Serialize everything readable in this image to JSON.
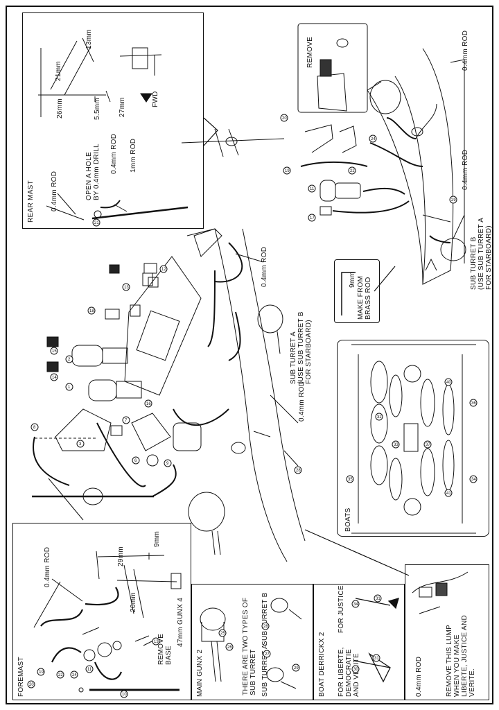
{
  "foremast": {
    "title": "FOREMAST",
    "rod_label": "0.4mm ROD",
    "dim_29": "29mm",
    "dim_9": "9mm",
    "dim_20": "20mm",
    "remove_base": "REMOVE\nBASE",
    "gun_label": "47mm GUNX 4"
  },
  "main_gun": {
    "title": "MAIN GUNX 2",
    "note": "THERE ARE TWO TYPES OF\nSUB TURRET",
    "turret_a": "SUB TURRET A",
    "turret_b": "SUB TURRET B"
  },
  "boat_derrick": {
    "title": "BOAT DERRICKX 2",
    "for_justice": "FOR JUSTICE",
    "for_others": "FOR LIBERTE,\nDEMOCRATIE\nAND VERITE"
  },
  "lump_note": {
    "rod": "0.4mm ROD",
    "text": "REMOVE THIS LUMP\nWHEN YOU MAKE\nLIBERTE, JUSTICE AND\nVERITE."
  },
  "boats": {
    "title": "BOATS"
  },
  "rear_mast": {
    "title": "REAR MAST",
    "rod_top": "0.4mm ROD",
    "hole": "OPEN A HOLE\nBY 0.4mm DRILL",
    "rod_mid": "0.4mm ROD",
    "rod_1mm": "1mm ROD",
    "dim_21": "21mm",
    "dim_13": "13mm",
    "dim_26": "26mm",
    "dim_55": "5.5mm",
    "dim_27": "27mm",
    "fwd": "FWD"
  },
  "center": {
    "rod_1": "0.4mm ROD",
    "rod_2": "0.4mm ROD",
    "sub_turret_a": "SUB TURRET A\n(USE SUB TURRET B\nFOR STARBOARD)"
  },
  "top_right": {
    "remove": "REMOVE",
    "rod_top": "0.4mm ROD",
    "rod_side": "0.4mm ROD",
    "sub_turret_b": "SUB TURRET B\n(USE SUB TURRET A\nFOR STARBOARD)"
  },
  "brass": {
    "dim": "9mm",
    "text": "MAKE FROM\nBRASS ROD"
  },
  "part_numbers": [
    "1",
    "2",
    "3",
    "6",
    "7",
    "8",
    "9",
    "10",
    "11",
    "12",
    "13",
    "14",
    "15",
    "16",
    "17",
    "18",
    "19",
    "20",
    "21",
    "22",
    "23",
    "24",
    "25",
    "26",
    "27",
    "28",
    "29",
    "30",
    "31",
    "32",
    "33",
    "34",
    "35",
    "36",
    "37",
    "40",
    "41"
  ]
}
